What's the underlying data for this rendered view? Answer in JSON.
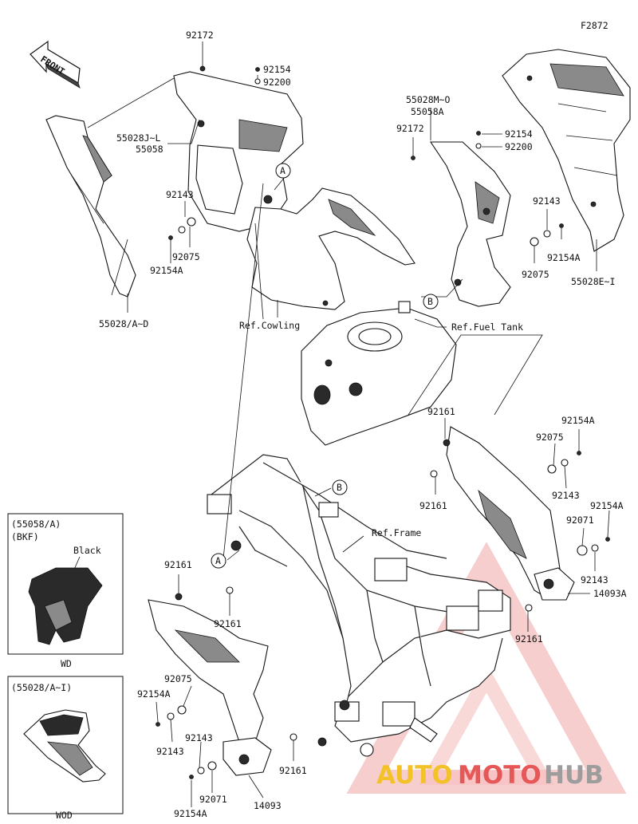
{
  "figure_code": "F2872",
  "front_label": "FRONT",
  "labels": {
    "l92172a": "92172",
    "l92154a": "92154",
    "l92200a": "92200",
    "l55028JL": "55028J~L",
    "l55058": "55058",
    "l92143a": "92143",
    "l92075a": "92075",
    "l92154Aa": "92154A",
    "l55028AD": "55028/A~D",
    "refCowling": "Ref.Cowling",
    "l55028MO": "55028M~O",
    "l55058A": "55058A",
    "l92172b": "92172",
    "l92154b": "92154",
    "l92200b": "92200",
    "l92143b": "92143",
    "l92154Ab": "92154A",
    "l92075b": "92075",
    "l55028EI": "55028E~I",
    "refFuelTank": "Ref.Fuel Tank",
    "l92161a": "92161",
    "l92154Ac": "92154A",
    "l92075c": "92075",
    "l92161b": "92161",
    "l92143c": "92143",
    "l92154Ad": "92154A",
    "refFrame": "Ref.Frame",
    "l92071a": "92071",
    "l92143d": "92143",
    "l14093A": "14093A",
    "l92161c": "92161",
    "l92161d": "92161",
    "l92161e": "92161",
    "l92075d": "92075",
    "l92154Ae": "92154A",
    "l92143e": "92143",
    "l92143f": "92143",
    "l92071b": "92071",
    "l92154Af": "92154A",
    "l14093": "14093",
    "l92161f": "92161"
  },
  "callouts": {
    "a1": "A",
    "a2": "A",
    "b1": "B",
    "b2": "B"
  },
  "inset_wd": {
    "part": "(55058/A)",
    "variant": "(BKF)",
    "color": "Black",
    "caption": "WD"
  },
  "inset_wod": {
    "part": "(55028/A~I)",
    "caption": "WOD"
  },
  "watermark": {
    "auto": "AUTO",
    "moto": "MOTO",
    "hub": "HUB",
    "accent": "#e23b3b",
    "gold": "#f2b705",
    "gray": "#8c8c8c"
  }
}
